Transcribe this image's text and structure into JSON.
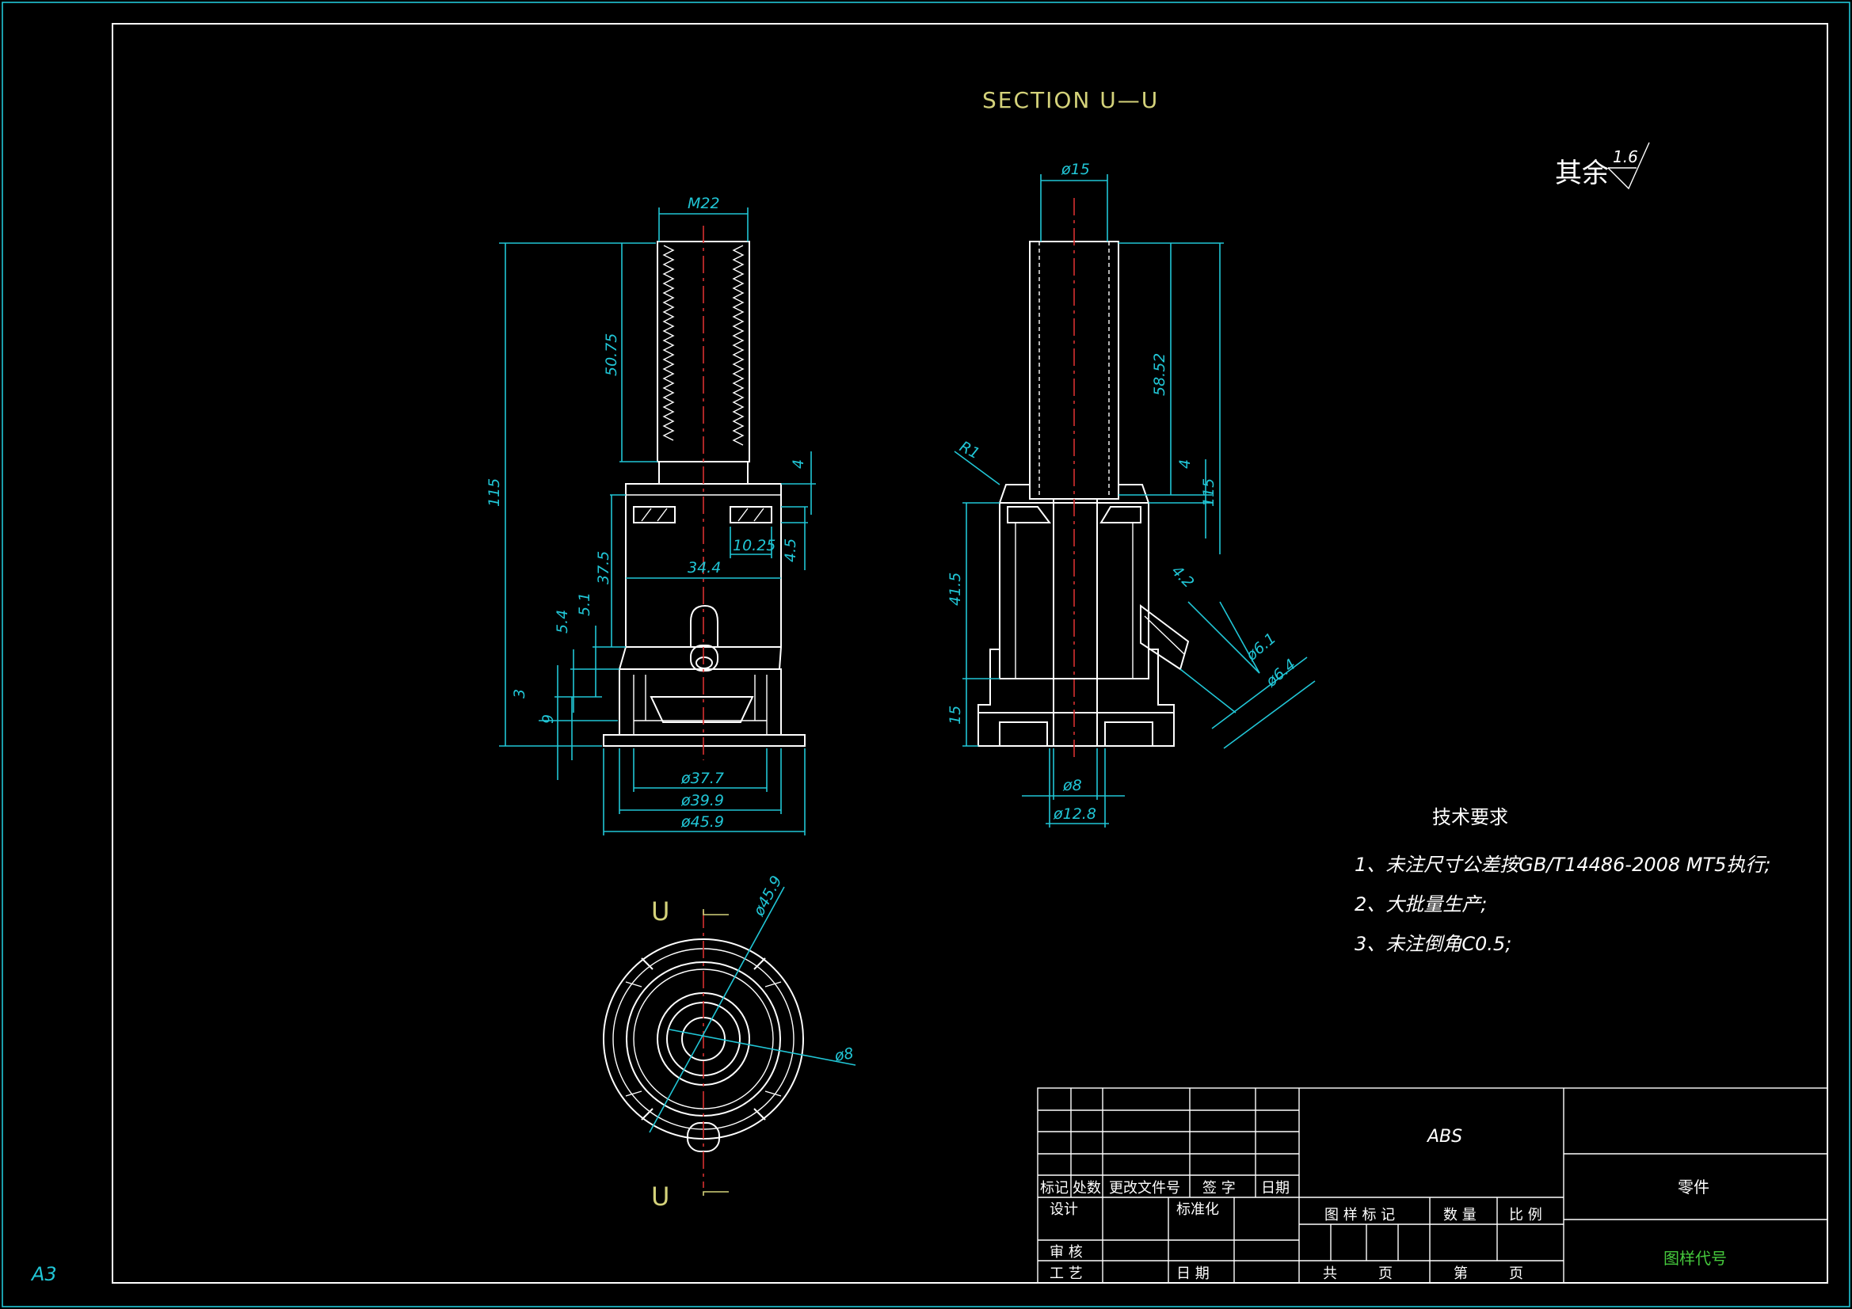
{
  "sheet": {
    "size_label": "A3",
    "roughness_prefix": "其余",
    "roughness_value": "1.6"
  },
  "section_title": "SECTION U—U",
  "section_markers": [
    "U",
    "U"
  ],
  "dimensions": {
    "front": {
      "thread": "M22",
      "thread_length": "50.75",
      "overall_height": "115",
      "body_height": "37.5",
      "slot_width": "10.25",
      "slot_height": "4.5",
      "collar": "4",
      "inner_width": "34.4",
      "step1": "5.4",
      "step2": "5.1",
      "foot1": "3",
      "foot2": "9",
      "d1": "ø37.7",
      "d2": "ø39.9",
      "d3": "ø45.9"
    },
    "section": {
      "bore_top": "ø15",
      "length1": "58.52",
      "collar": "4",
      "overall": "115",
      "body": "41.5",
      "base": "15",
      "radius": "R1",
      "angle_dim": "4.2",
      "port_d1": "ø6.1",
      "port_d2": "ø6.4",
      "bore_bottom": "ø8",
      "bore_outer": "ø12.8"
    },
    "top": {
      "outer": "ø45.9",
      "inner": "ø8"
    }
  },
  "tech_requirements": {
    "title": "技术要求",
    "items": [
      "1、未注尺寸公差按GB/T14486-2008 MT5执行;",
      "2、大批量生产;",
      "3、未注倒角C0.5;"
    ]
  },
  "title_block": {
    "material": "ABS",
    "part_name": "零件",
    "drawing_code": "图样代号",
    "revision_headers": [
      "标记",
      "处数",
      "更改文件号",
      "签 字",
      "日期"
    ],
    "roles": {
      "design": "设计",
      "standard": "标准化",
      "review": "审 核",
      "process": "工 艺",
      "date": "日 期"
    },
    "attrs": {
      "mark": "图 样 标 记",
      "qty": "数 量",
      "scale": "比 例",
      "total": "共",
      "page": "页",
      "sheet_no": "第",
      "page2": "页"
    }
  }
}
